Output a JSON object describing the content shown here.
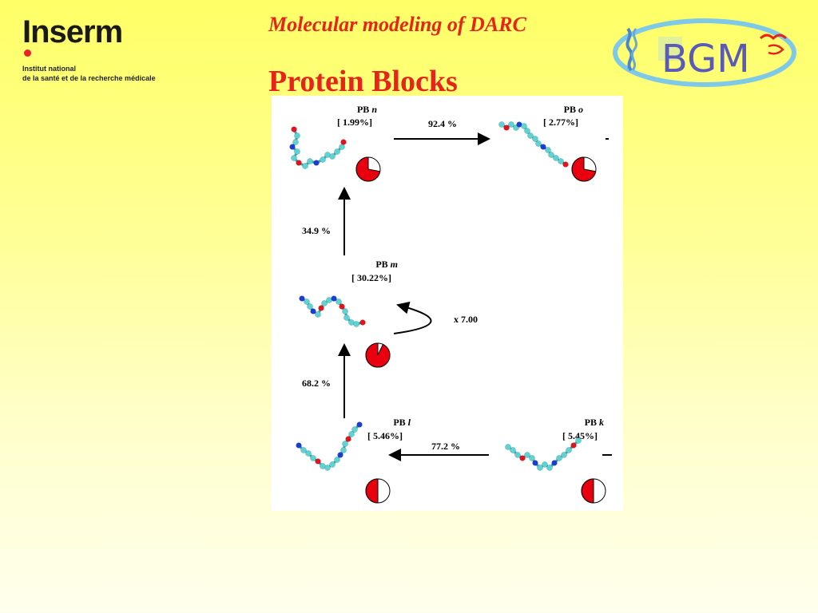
{
  "header": {
    "org_name": "Inserm",
    "org_line1": "Institut national",
    "org_line2": "de la santé et de la recherche médicale",
    "subtitle": "Molecular modeling of DARC",
    "title": "Protein Blocks",
    "partner_logo": "BGM"
  },
  "diagram": {
    "blocks": {
      "n": {
        "prefix": "PB",
        "letter": "n",
        "percent": "[ 1.99%]",
        "pie_fraction": 0.72
      },
      "o": {
        "prefix": "PB",
        "letter": "o",
        "percent": "[ 2.77%]",
        "pie_fraction": 0.72
      },
      "m": {
        "prefix": "PB",
        "letter": "m",
        "percent": "[ 30.22%]",
        "pie_fraction": 0.93
      },
      "l": {
        "prefix": "PB",
        "letter": "l",
        "percent": "[ 5.46%]",
        "pie_fraction": 0.5
      },
      "k": {
        "prefix": "PB",
        "letter": "k",
        "percent": "[ 5.45%]",
        "pie_fraction": 0.5
      }
    },
    "transitions": {
      "n_to_o": "92.4 %",
      "m_to_n": "34.9 %",
      "m_to_m": "x 7.00",
      "l_to_m": "68.2 %",
      "k_to_l": "77.2 %"
    },
    "colors": {
      "pie": "#e8000e",
      "atom_c": "#5fd3d3",
      "atom_o": "#e8101a",
      "atom_n": "#1a3cd8"
    }
  }
}
